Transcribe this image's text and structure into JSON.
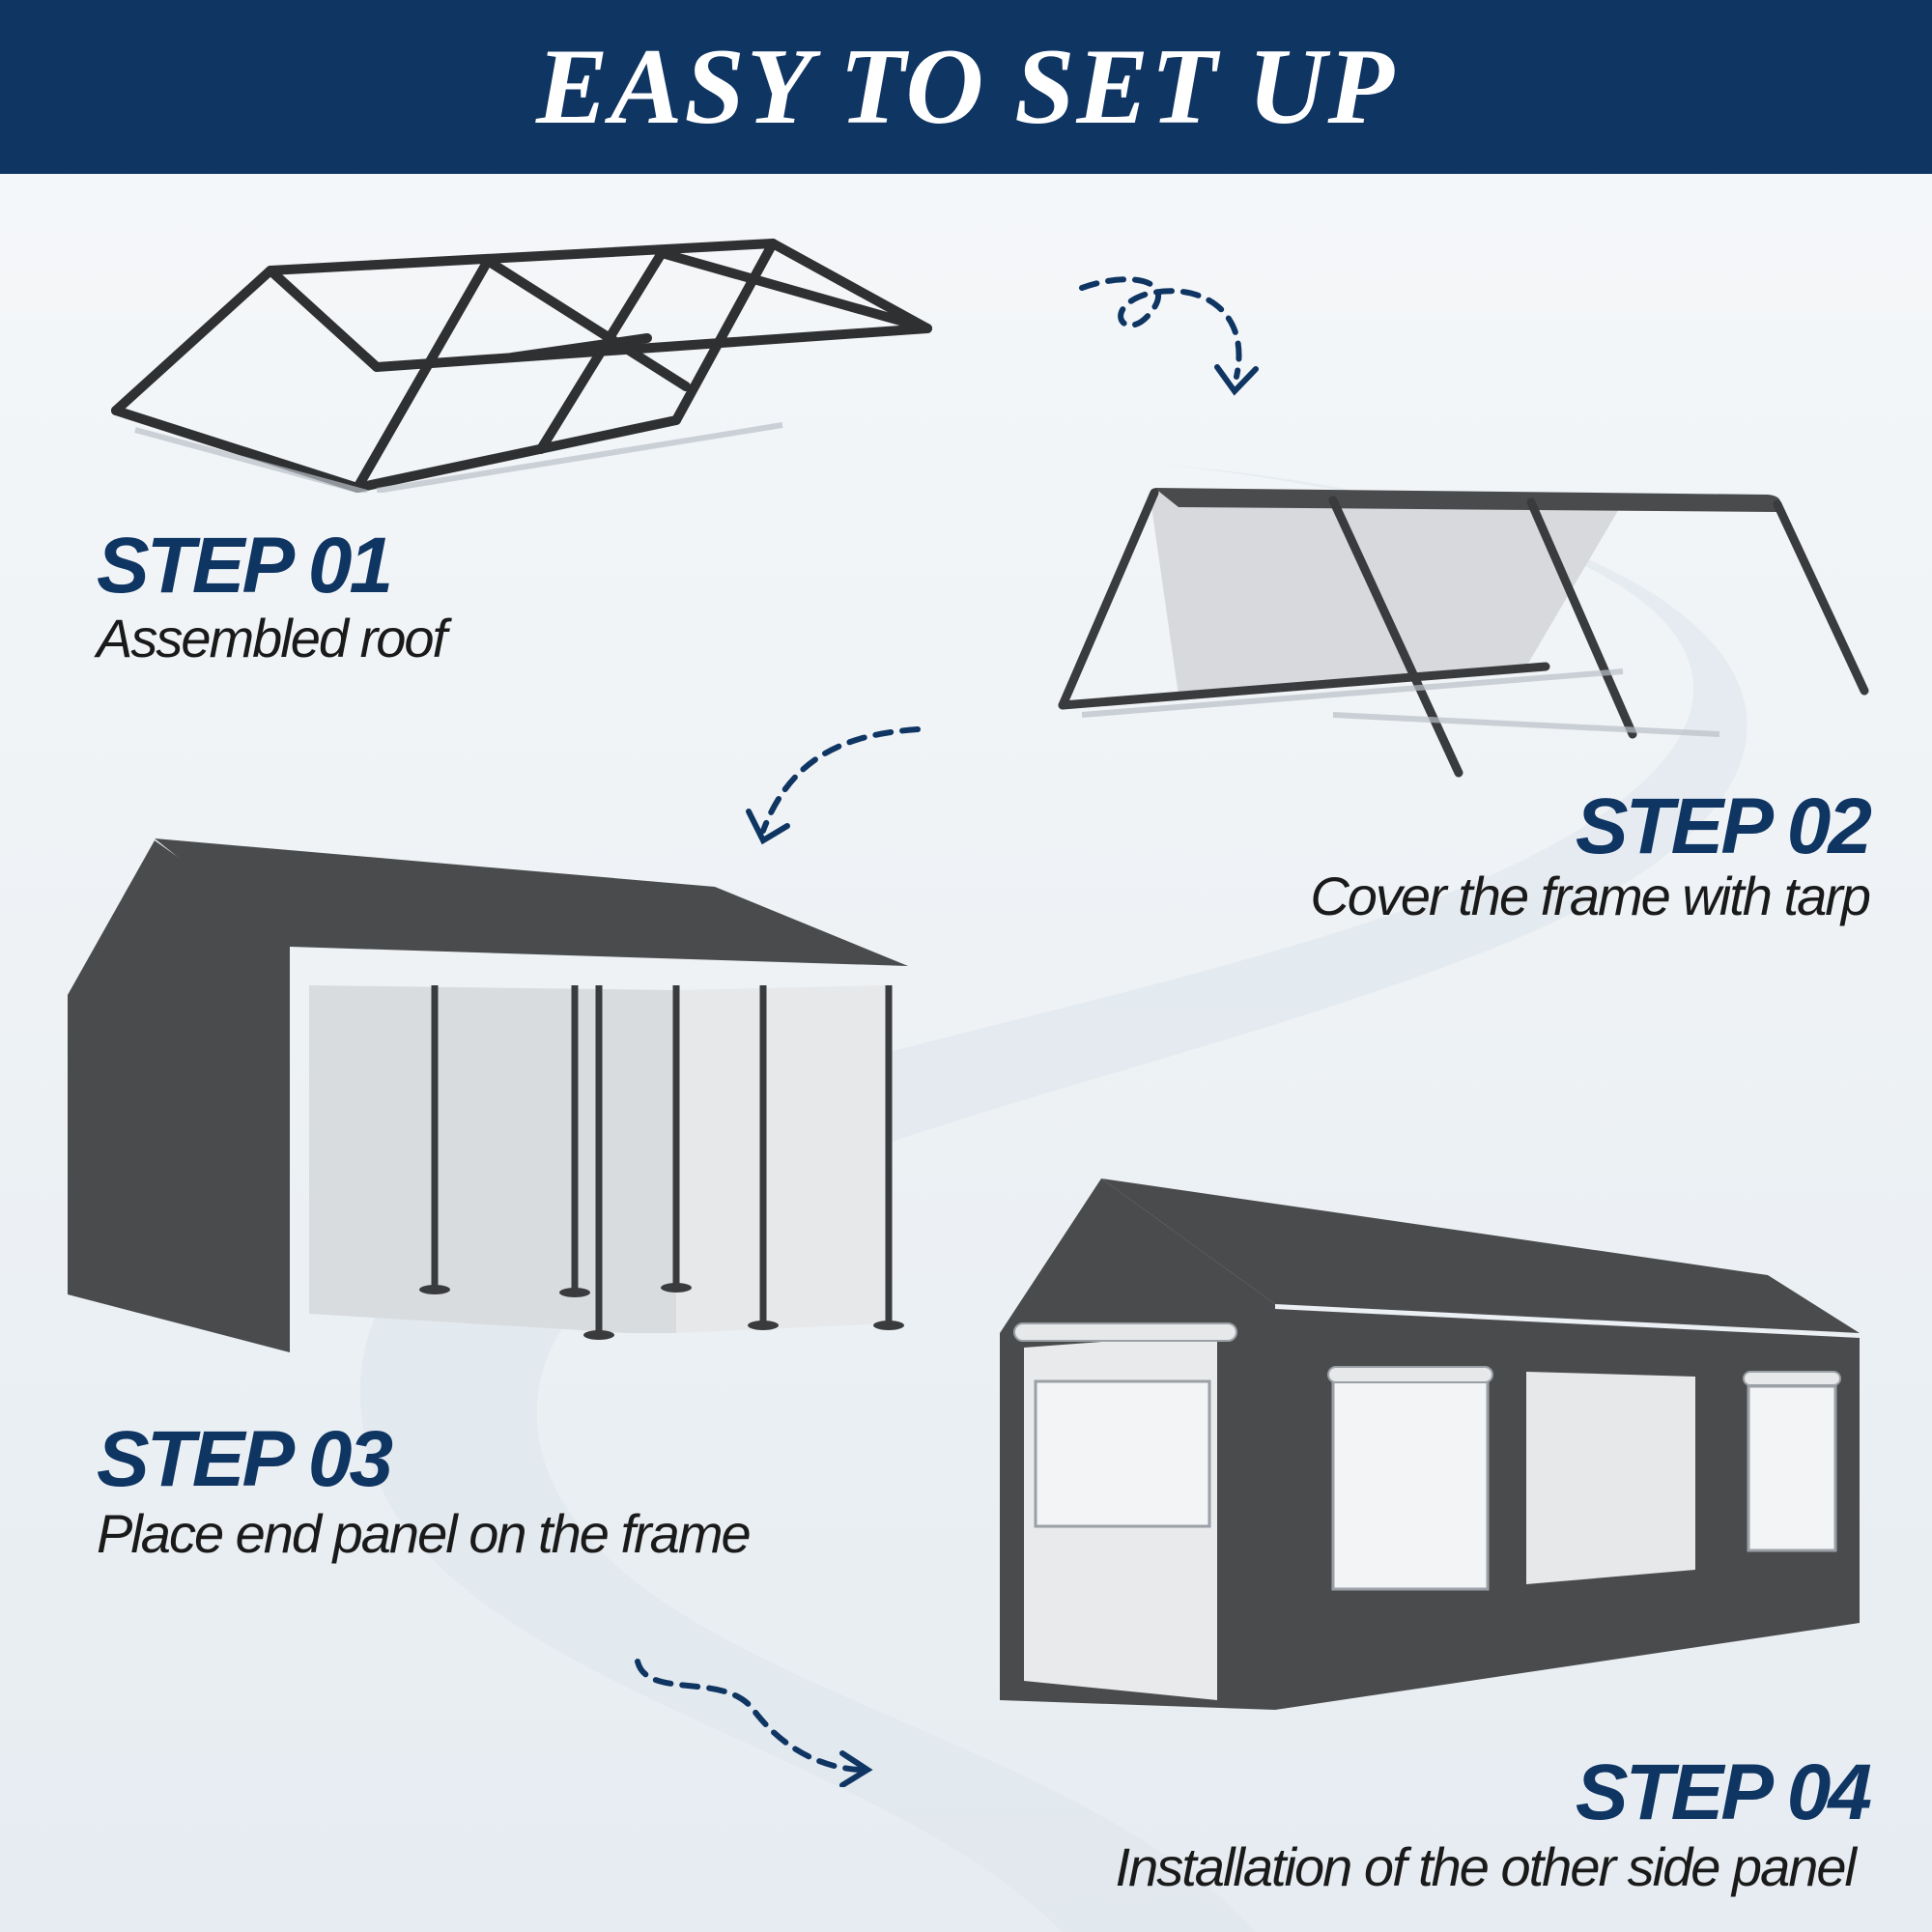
{
  "banner": {
    "title": "EASY TO SET UP"
  },
  "steps": [
    {
      "heading": "STEP 01",
      "description": "Assembled roof",
      "illustration": "tent-frame-icon"
    },
    {
      "heading": "STEP 02",
      "description": "Cover the frame with tarp",
      "illustration": "frame-with-tarp-icon"
    },
    {
      "heading": "STEP 03",
      "description": "Place end panel on the frame",
      "illustration": "tent-end-panel-icon"
    },
    {
      "heading": "STEP 04",
      "description": "Installation of the other side panel",
      "illustration": "tent-complete-icon"
    }
  ],
  "colors": {
    "banner": "#0f3563",
    "heading": "#0f3563",
    "text": "#1a1a1a",
    "tent": "#4a4b4d",
    "frame": "#3a3b3d"
  }
}
